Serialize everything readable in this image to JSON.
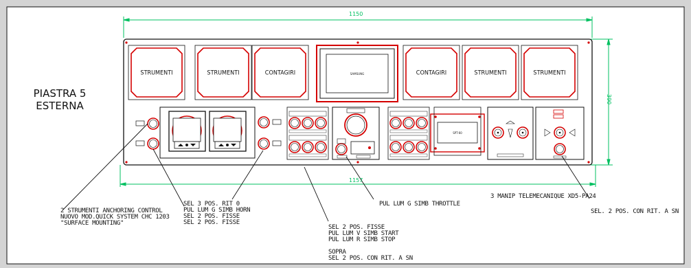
{
  "drawing": {
    "title_line1": "PIASTRA 5",
    "title_line2": "ESTERNA",
    "dim_top": "1150",
    "dim_bottom": "1157",
    "dim_right": "390",
    "center_screen_label": "SAMSUNG",
    "panel_box_label": "SPT-60",
    "gauges": [
      {
        "label": "STRUMENTI"
      },
      {
        "label": "STRUMENTI"
      },
      {
        "label": "CONTAGIRI"
      },
      {
        "label": "CONTAGIRI"
      },
      {
        "label": "STRUMENTI"
      },
      {
        "label": "STRUMENTI"
      }
    ],
    "callouts": {
      "c1_line1": "2 STRUMENTI ANCHORING CONTROL",
      "c1_line2": "NUOVO MOD.QUICK SYSTEM CHC 1203",
      "c1_line3": "\"SURFACE MOUNTING\"",
      "c2_line1": "SEL 3 POS. RIT 0",
      "c2_line2": "PUL LUM G SIMB HORN",
      "c2_line3": "SEL 2 POS. FISSE",
      "c2_line4": "SEL 2 POS. FISSE",
      "c3_line1": "SEL 2 POS. FISSE",
      "c3_line2": "PUL LUM V SIMB START",
      "c3_line3": "PUL LUM R SIMB STOP",
      "c3_line4": "SOPRA",
      "c3_line5": "SEL 2 POS. CON RIT. A SN",
      "c4": "PUL LUM G SIMB THROTTLE",
      "c5": "3 MANIP TELEMECANIQUE XD5-PA24",
      "c6": "SEL. 2 POS. CON RIT. A SN"
    },
    "colors": {
      "background": "#d4d4d4",
      "paper": "#ffffff",
      "line": "#111111",
      "red": "#d40000",
      "dimension": "#00c060"
    }
  }
}
